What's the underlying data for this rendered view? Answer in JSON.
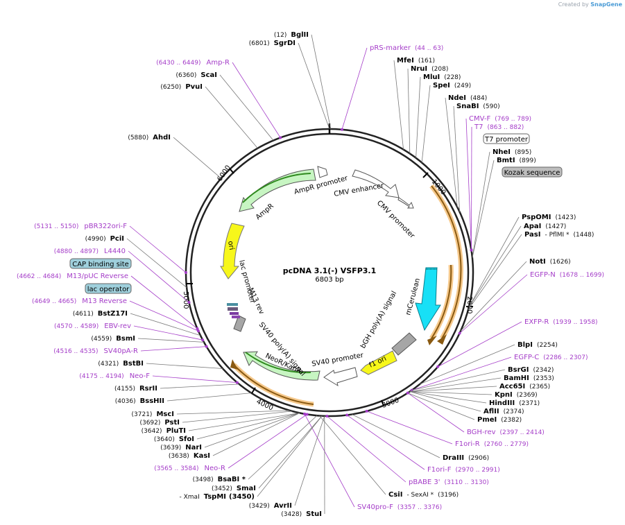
{
  "credit": {
    "prefix": "Created by",
    "brand": "SnapGene"
  },
  "plasmid": {
    "name": "pcDNA 3.1(-) VSFP3.1",
    "length": "6803 bp"
  },
  "ring_ticks": [
    "1000",
    "2000",
    "3000",
    "4000",
    "5000",
    "6000"
  ],
  "features": {
    "cmv_enhancer": "CMV enhancer",
    "cmv_promoter": "CMV promoter",
    "mcerulean": "mCerulean",
    "bgh": "bGH poly(A) signal",
    "f1": "f1 ori",
    "sv40p": "SV40 promoter",
    "neor": "NeoR/KanR",
    "sv40pa": "SV40 poly(A) signal",
    "m13rev": "M13 rev",
    "lacp": "lac promoter",
    "ori": "ori",
    "ampr": "AmpR",
    "amprp": "AmpR promoter"
  },
  "boxed_labels": {
    "t7promoter": "T7 promoter",
    "kozak": "Kozak sequence",
    "cap": "CAP binding site",
    "lacop": "lac operator"
  },
  "right_labels": [
    {
      "type": "primer",
      "name": "pRS-marker",
      "pos": "(44 .. 63)"
    },
    {
      "type": "enzyme",
      "name": "MfeI",
      "pos": "(161)"
    },
    {
      "type": "enzyme",
      "name": "NruI",
      "pos": "(208)"
    },
    {
      "type": "enzyme",
      "name": "MluI",
      "pos": "(228)"
    },
    {
      "type": "enzyme",
      "name": "SpeI",
      "pos": "(249)"
    },
    {
      "type": "enzyme",
      "name": "NdeI",
      "pos": "(484)"
    },
    {
      "type": "enzyme",
      "name": "SnaBI",
      "pos": "(590)"
    },
    {
      "type": "primer",
      "name": "CMV-F",
      "pos": "(769 .. 789)"
    },
    {
      "type": "primer",
      "name": "T7",
      "pos": "(863 .. 882)"
    },
    {
      "type": "enzyme",
      "name": "NheI",
      "pos": "(895)"
    },
    {
      "type": "enzyme",
      "name": "BmtI",
      "pos": "(899)"
    },
    {
      "type": "enzyme",
      "name": "PspOMI",
      "pos": "(1423)"
    },
    {
      "type": "enzyme",
      "name": "ApaI",
      "pos": "(1427)"
    },
    {
      "type": "enzyme",
      "name": "PasI",
      "pos": "- PflMI *",
      "pos2": "(1448)"
    },
    {
      "type": "enzyme",
      "name": "NotI",
      "pos": "(1626)"
    },
    {
      "type": "primer",
      "name": "EGFP-N",
      "pos": "(1678 .. 1699)"
    },
    {
      "type": "primer",
      "name": "EXFP-R",
      "pos": "(1939 .. 1958)"
    },
    {
      "type": "enzyme",
      "name": "BlpI",
      "pos": "(2254)"
    },
    {
      "type": "primer",
      "name": "EGFP-C",
      "pos": "(2286 .. 2307)"
    },
    {
      "type": "enzyme",
      "name": "BsrGI",
      "pos": "(2342)"
    },
    {
      "type": "enzyme",
      "name": "BamHI",
      "pos": "(2353)"
    },
    {
      "type": "enzyme",
      "name": "Acc65I",
      "pos": "(2365)"
    },
    {
      "type": "enzyme",
      "name": "KpnI",
      "pos": "(2369)"
    },
    {
      "type": "enzyme",
      "name": "HindIII",
      "pos": "(2371)"
    },
    {
      "type": "enzyme",
      "name": "AflII",
      "pos": "(2374)"
    },
    {
      "type": "enzyme",
      "name": "PmeI",
      "pos": "(2382)"
    },
    {
      "type": "primer",
      "name": "BGH-rev",
      "pos": "(2397 .. 2414)"
    },
    {
      "type": "primer",
      "name": "F1ori-R",
      "pos": "(2760 .. 2779)"
    },
    {
      "type": "enzyme",
      "name": "DraIII",
      "pos": "(2906)"
    },
    {
      "type": "primer",
      "name": "F1ori-F",
      "pos": "(2970 .. 2991)"
    },
    {
      "type": "primer",
      "name": "pBABE 3'",
      "pos": "(3110 .. 3130)"
    },
    {
      "type": "enzyme",
      "name": "CsiI",
      "pos": "- SexAI *",
      "pos2": "(3196)"
    },
    {
      "type": "primer",
      "name": "SV40pro-F",
      "pos": "(3357 .. 3376)"
    }
  ],
  "left_labels": [
    {
      "type": "enzyme",
      "name": "BglII",
      "pos": "(12)"
    },
    {
      "type": "enzyme",
      "name": "SgrDI",
      "pos": "(6801)"
    },
    {
      "type": "primer",
      "name": "Amp-R",
      "pos": "(6430 .. 6449)"
    },
    {
      "type": "enzyme",
      "name": "ScaI",
      "pos": "(6360)"
    },
    {
      "type": "enzyme",
      "name": "PvuI",
      "pos": "(6250)"
    },
    {
      "type": "enzyme",
      "name": "AhdI",
      "pos": "(5880)"
    },
    {
      "type": "primer",
      "name": "pBR322ori-F",
      "pos": "(5131 .. 5150)"
    },
    {
      "type": "enzyme",
      "name": "PciI",
      "pos": "(4990)"
    },
    {
      "type": "primer",
      "name": "L4440",
      "pos": "(4880 .. 4897)"
    },
    {
      "type": "primer",
      "name": "M13/pUC Reverse",
      "pos": "(4662 .. 4684)"
    },
    {
      "type": "primer",
      "name": "M13 Reverse",
      "pos": "(4649 .. 4665)"
    },
    {
      "type": "enzyme",
      "name": "BstZ17I",
      "pos": "(4611)"
    },
    {
      "type": "primer",
      "name": "EBV-rev",
      "pos": "(4570 .. 4589)"
    },
    {
      "type": "enzyme",
      "name": "BsmI",
      "pos": "(4559)"
    },
    {
      "type": "primer",
      "name": "SV40pA-R",
      "pos": "(4516 .. 4535)"
    },
    {
      "type": "enzyme",
      "name": "BstBI",
      "pos": "(4321)"
    },
    {
      "type": "primer",
      "name": "Neo-F",
      "pos": "(4175 .. 4194)"
    },
    {
      "type": "enzyme",
      "name": "RsrII",
      "pos": "(4155)"
    },
    {
      "type": "enzyme",
      "name": "BssHII",
      "pos": "(4036)"
    },
    {
      "type": "enzyme",
      "name": "MscI",
      "pos": "(3721)"
    },
    {
      "type": "enzyme",
      "name": "PstI",
      "pos": "(3692)"
    },
    {
      "type": "enzyme",
      "name": "PluTI",
      "pos": "(3642)"
    },
    {
      "type": "enzyme",
      "name": "SfoI",
      "pos": "(3640)"
    },
    {
      "type": "enzyme",
      "name": "NarI",
      "pos": "(3639)"
    },
    {
      "type": "enzyme",
      "name": "KasI",
      "pos": "(3638)"
    },
    {
      "type": "primer",
      "name": "Neo-R",
      "pos": "(3565 .. 3584)"
    },
    {
      "type": "enzyme",
      "name": "BsaBI *",
      "pos": "(3498)"
    },
    {
      "type": "enzyme",
      "name": "SmaI",
      "pos": "(3452)"
    },
    {
      "type": "enzyme",
      "name": "TspMI",
      "pos": "- XmaI",
      "pos2": "(3450)"
    },
    {
      "type": "enzyme",
      "name": "AvrII",
      "pos": "(3429)"
    },
    {
      "type": "enzyme",
      "name": "StuI",
      "pos": "(3428)"
    }
  ]
}
